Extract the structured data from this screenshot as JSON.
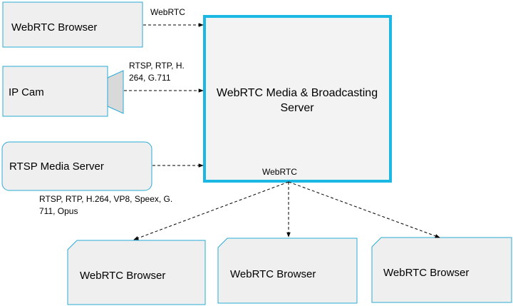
{
  "nodes": {
    "browser_top": {
      "label": "WebRTC Browser"
    },
    "ip_cam": {
      "label": "IP Cam"
    },
    "rtsp_server": {
      "label": "RTSP Media Server"
    },
    "media_server": {
      "label_line1": "WebRTC Media & Broadcasting",
      "label_line2": "Server"
    },
    "browser_out_1": {
      "label": "WebRTC Browser"
    },
    "browser_out_2": {
      "label": "WebRTC Browser"
    },
    "browser_out_3": {
      "label": "WebRTC Browser"
    }
  },
  "edges": {
    "browser_to_server": {
      "label": "WebRTC"
    },
    "cam_to_server": {
      "label_line1": "RTSP, RTP, H.",
      "label_line2": "264, G.711"
    },
    "rtsp_to_server": {
      "label_line1": "RTSP, RTP, H.264, VP8, Speex, G.",
      "label_line2": "711, Opus"
    },
    "server_out": {
      "label": "WebRTC"
    }
  },
  "colors": {
    "box_fill": "#efefef",
    "box_stroke": "#29abd6",
    "server_stroke": "#1ab8e2",
    "arrow": "#000000"
  }
}
